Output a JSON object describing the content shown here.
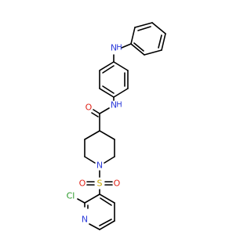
{
  "molecule": {
    "atoms": {
      "nh_top": {
        "text": "N",
        "color": "#2f3edb"
      },
      "h_top": {
        "text": "H",
        "color": "#2f3edb"
      },
      "nh_amide": {
        "text": "N",
        "color": "#2f3edb"
      },
      "h_amide": {
        "text": "H",
        "color": "#2f3edb"
      },
      "o_amide": {
        "text": "O",
        "color": "#e0261c"
      },
      "n_piperidine": {
        "text": "N",
        "color": "#2f3edb"
      },
      "s": {
        "text": "S",
        "color": "#c7a600"
      },
      "o_s_left": {
        "text": "O",
        "color": "#e0261c"
      },
      "o_s_right": {
        "text": "O",
        "color": "#e0261c"
      },
      "cl": {
        "text": "Cl",
        "color": "#2a9a2a"
      },
      "n_pyridine": {
        "text": "N",
        "color": "#2f3edb"
      }
    }
  }
}
